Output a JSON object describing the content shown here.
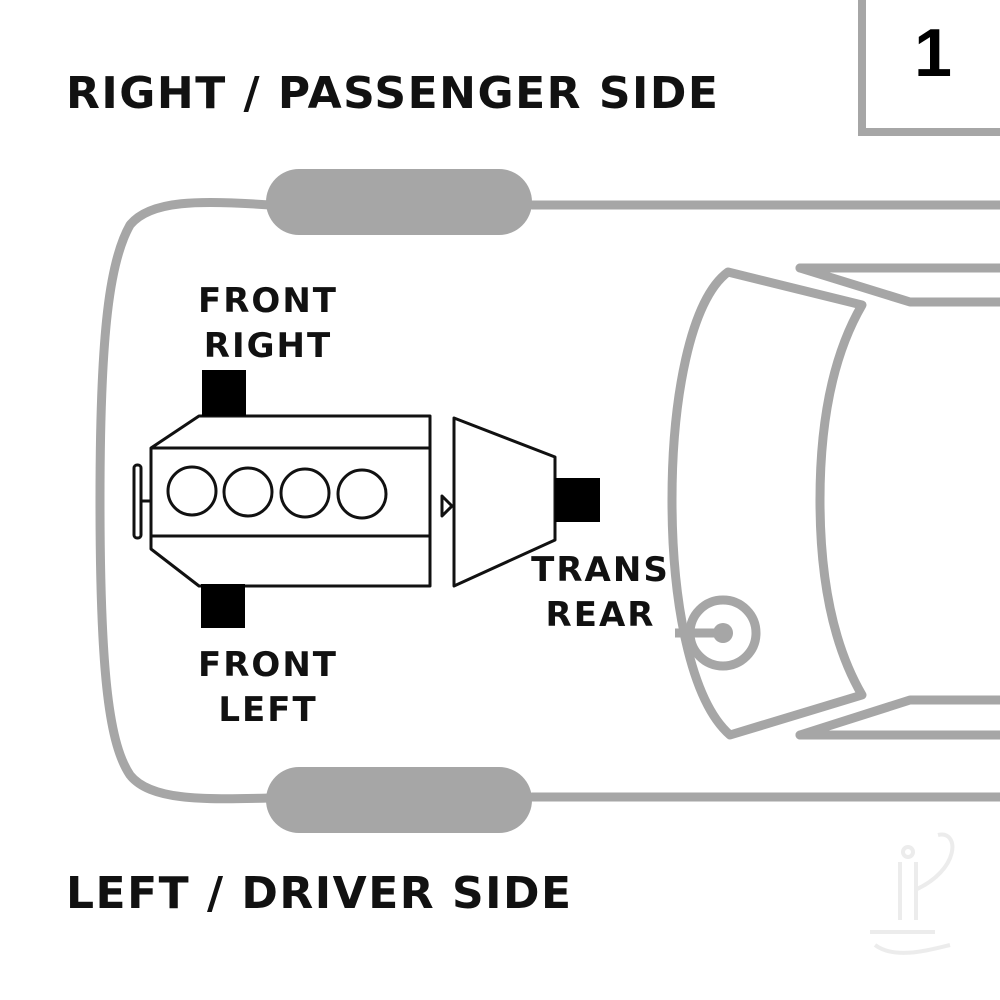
{
  "figure_number": "1",
  "labels": {
    "top_side": "RIGHT / PASSENGER SIDE",
    "bottom_side": "LEFT / DRIVER SIDE",
    "front_right": [
      "FRONT",
      "RIGHT"
    ],
    "front_left": [
      "FRONT",
      "LEFT"
    ],
    "trans_rear": [
      "TRANS",
      "REAR"
    ]
  },
  "components": {
    "engine": {
      "cylinders": 4,
      "layout": "inline"
    },
    "transmission": "trans-housing",
    "mounts": [
      "front-right",
      "front-left",
      "trans-rear"
    ],
    "vehicle_outline": "top-down car body",
    "steering_wheel": "steering-wheel-icon"
  },
  "colors": {
    "mount_fill": "#000000",
    "engine_outline": "#000000",
    "vehicle_outline": "#a6a6a6",
    "text": "#111111",
    "watermark": "#eeeeee"
  }
}
